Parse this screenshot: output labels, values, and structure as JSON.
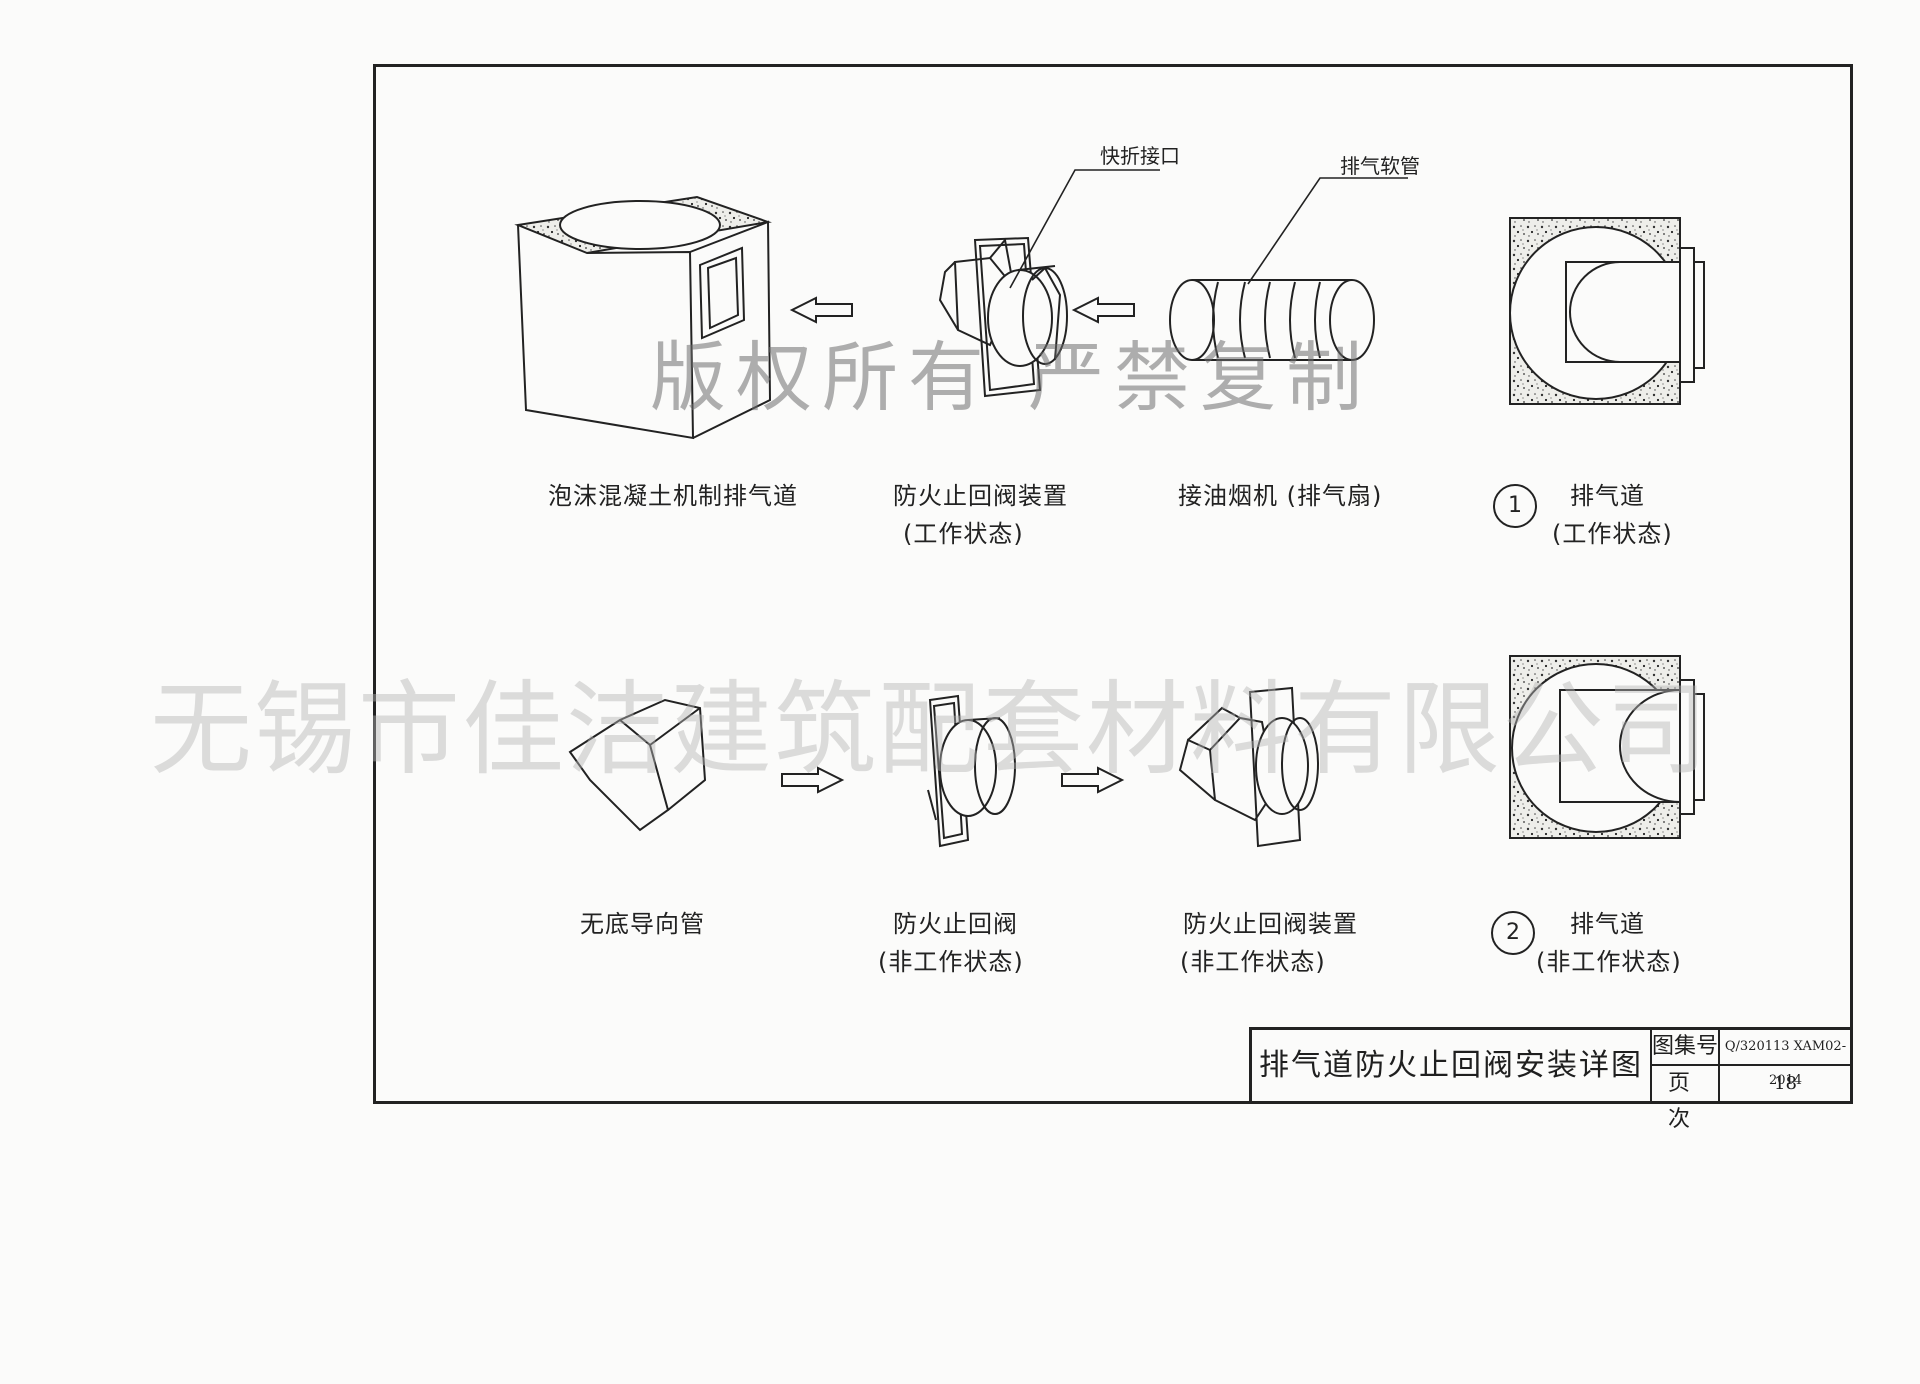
{
  "callouts": {
    "quick_connector": "快折接口",
    "exhaust_hose": "排气软管"
  },
  "row1": {
    "duct": "泡沫混凝土机制排气道",
    "valve_device": "防火止回阀装置",
    "valve_device_state": "(工作状态)",
    "hood": "接油烟机 (排气扇)",
    "section_no": "1",
    "section_name": "排气道",
    "section_state": "(工作状态)"
  },
  "row2": {
    "guide_pipe": "无底导向管",
    "valve": "防火止回阀",
    "valve_state": "(非工作状态)",
    "valve_device": "防火止回阀装置",
    "valve_device_state": "(非工作状态)",
    "section_no": "2",
    "section_name": "排气道",
    "section_state": "(非工作状态)"
  },
  "watermarks": {
    "copyright": "版权所有  严禁复制",
    "company": "无锡市佳洁建筑配套材料有限公司"
  },
  "title_block": {
    "title": "排气道防火止回阀安装详图",
    "atlas_label": "图集号",
    "atlas_value": "Q/320113 XAM02-2014",
    "page_label": "页次",
    "page_value": "18"
  }
}
